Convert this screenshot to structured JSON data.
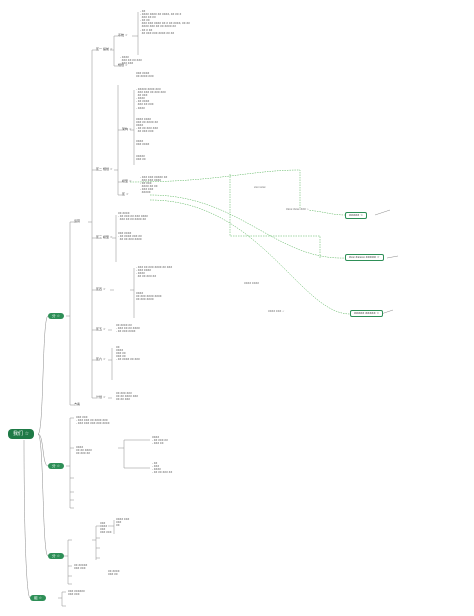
{
  "root": {
    "label": "我们 ☆"
  },
  "branches": {
    "b1": "分 ☆",
    "b2": "分 ☆",
    "b3": "分 ☆",
    "b4": "组 ☆"
  },
  "nodes": {
    "n1": "区一 提前 ☆",
    "n2": "系统 ☆",
    "n3": "区二 规划 ☆",
    "n4": "规划 ☆",
    "n5": "架构 ☆",
    "n6": "区 ☆",
    "n7": "区三 模型 ☆",
    "n8": "模型 ☆",
    "n9": "区四 ☆",
    "n10": "区五 ☆",
    "n11": "运营",
    "n12": "区六 ☆",
    "n13": "方案",
    "n14": "计划 ☆"
  },
  "floats": {
    "f1": "XXXXX ☆",
    "f2": "Xxx Xxxxx XXXXX ☆",
    "f3": "XXXXX XXXXX ☆"
  },
  "link_labels": {
    "l1": "xxx xxxx",
    "l2": "Xxxx Xxxx XXX ☆",
    "l3": "XXXX XXXX",
    "l4": "XXXX XXX ☆"
  },
  "notes": {
    "c1": "- XX\n- XXXX XXXX XX XXXX, XX XX X\n  XXX XX XX\n- XX XX\n  XXX XXX XXXX XX X XX XXXX, XX XX\n  XXXX XXX XX XX XXXX XX\n- XX X XX\n  XX XXX XXX XXXX XX XX",
    "c2": "- XXXX\n  XXX XX XX XXX\n  XXX XXX",
    "c3": "XXX XXXX\nXX XXXX XXX",
    "c4": "- XXXXX XXXX XXX\n  XXX XXX XX XXX XXX\n  XX XXX\n- XXXX\n- XX XXXX\n  XXX XX XXX\n- XXXX",
    "c5": "XXXX XXXX\nXXX XX XXXX XX\nXXXX\n- XX XX XXX XXX\n  XX XXX XXX",
    "c6": "XXXX\nXXX XXXX",
    "c7": "XXXXX\nXXX XX",
    "c8": "- XXX XXX XXXXX XX\n  XXX XXX XXXX\n- XX XXX\n  XXXX XX XX\n- XXX XXX\n  XXXXX",
    "c9": "XX XXXX\n- XX XXX XX XXX XXXX\n  XXX XX XX XXXX XX",
    "c10": "XXX XXXX\n- XX XXXX XXX XX\n  XX XX XXX XXXX",
    "c11": "- XXX XX XXX XXXX XX XXX\n- XXX XXXX\n- XXXX\n  XX XX XXX XX",
    "c12": "XXXX\nXX XXX XXXX XXXX\nXX XXX XXXX",
    "c13": "XX XXXX XX\n- XXX XX XX XXXX\n- XX XXX XXXX",
    "c14": "XX\nXXXX\nXXX XX\nXXX XX\n- XX XXXX XX XXX",
    "c15": "XX XXX XXX\nXX XX XXXX XXX\nXX XX XXX",
    "c16": "XXX XXX\n- XXX XXX XX XXXX XXX\n- XXX XXX XXX XXX XXXX",
    "c17": "XXXX\nXX XX XXXX\nXX XXX XX",
    "c18": "XXXX\n- XX XXX XX\n- XXX XX",
    "c19": "- XX\n- XXX\n- XXXX\n- XX XX XXX XX",
    "c20": "XXX\nXXXX\nXXX\nXXX XXX",
    "c21": "XXXX XXX\nXXX\nXX",
    "c22": "XX XXXXX\nXXX XXX",
    "c23": "XX XXXX\nXXX XX",
    "c24": "XXX XXXXXX\nXXX XXX"
  },
  "colors": {
    "accent": "#2e8f57",
    "root": "#1e7a46",
    "line": "#8a8a8a",
    "link": "#4caf50"
  }
}
